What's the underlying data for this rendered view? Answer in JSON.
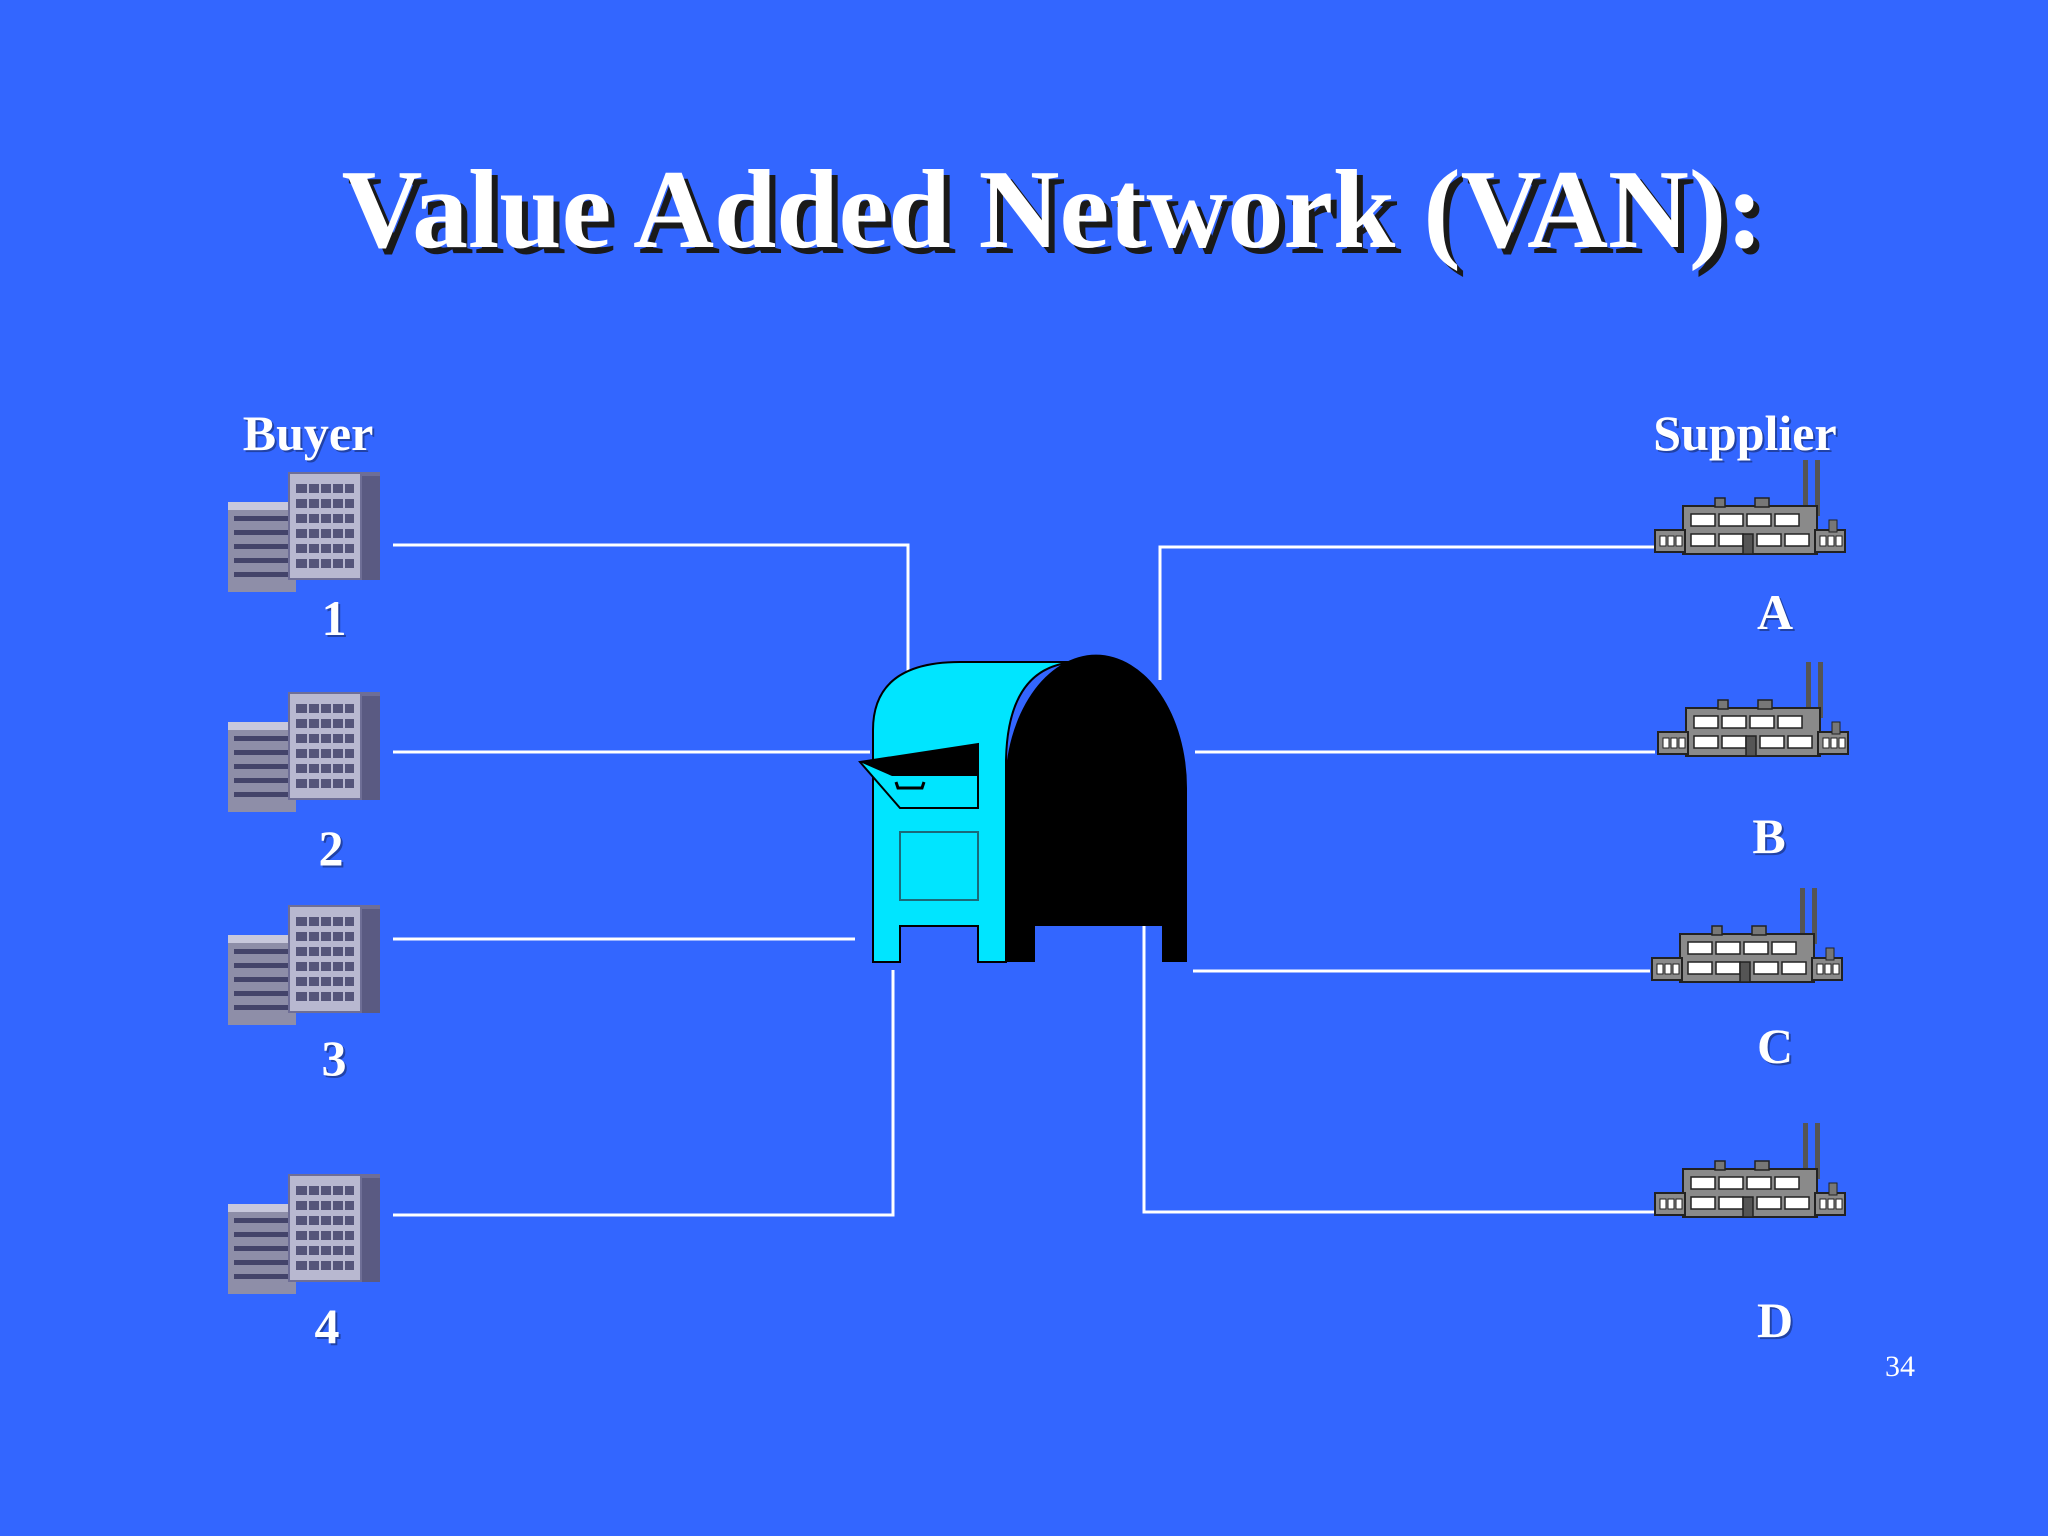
{
  "slide": {
    "title": "Value Added Network (VAN):",
    "page_number": "34"
  },
  "buyers": {
    "heading": "Buyer",
    "items": [
      "1",
      "2",
      "3",
      "4"
    ]
  },
  "suppliers": {
    "heading": "Supplier",
    "items": [
      "A",
      "B",
      "C",
      "D"
    ]
  },
  "colors": {
    "background": "#3366FF",
    "mailbox_front": "#00E5FF",
    "mailbox_back": "#000000",
    "lines": "#FFFFFF"
  },
  "icons": {
    "buyer": "office-building-icon",
    "supplier": "factory-icon",
    "hub": "mailbox-icon"
  }
}
